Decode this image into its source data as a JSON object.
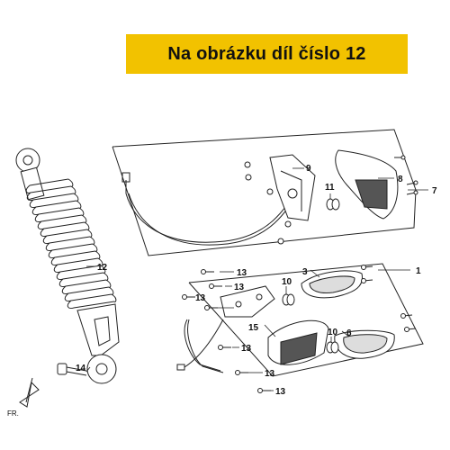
{
  "banner": {
    "text": "Na obrázku díl číslo 12"
  },
  "diagram": {
    "direction_label": "FR.",
    "callouts": {
      "c1": "1",
      "c3": "3",
      "c6": "6",
      "c7": "7",
      "c8": "8",
      "c9": "9",
      "c10a": "10",
      "c10b": "10",
      "c11": "11",
      "c12": "12",
      "c13a": "13",
      "c13b": "13",
      "c13c": "13",
      "c13d": "13",
      "c13e": "13",
      "c13f": "13",
      "c14": "14",
      "c15": "15"
    }
  }
}
